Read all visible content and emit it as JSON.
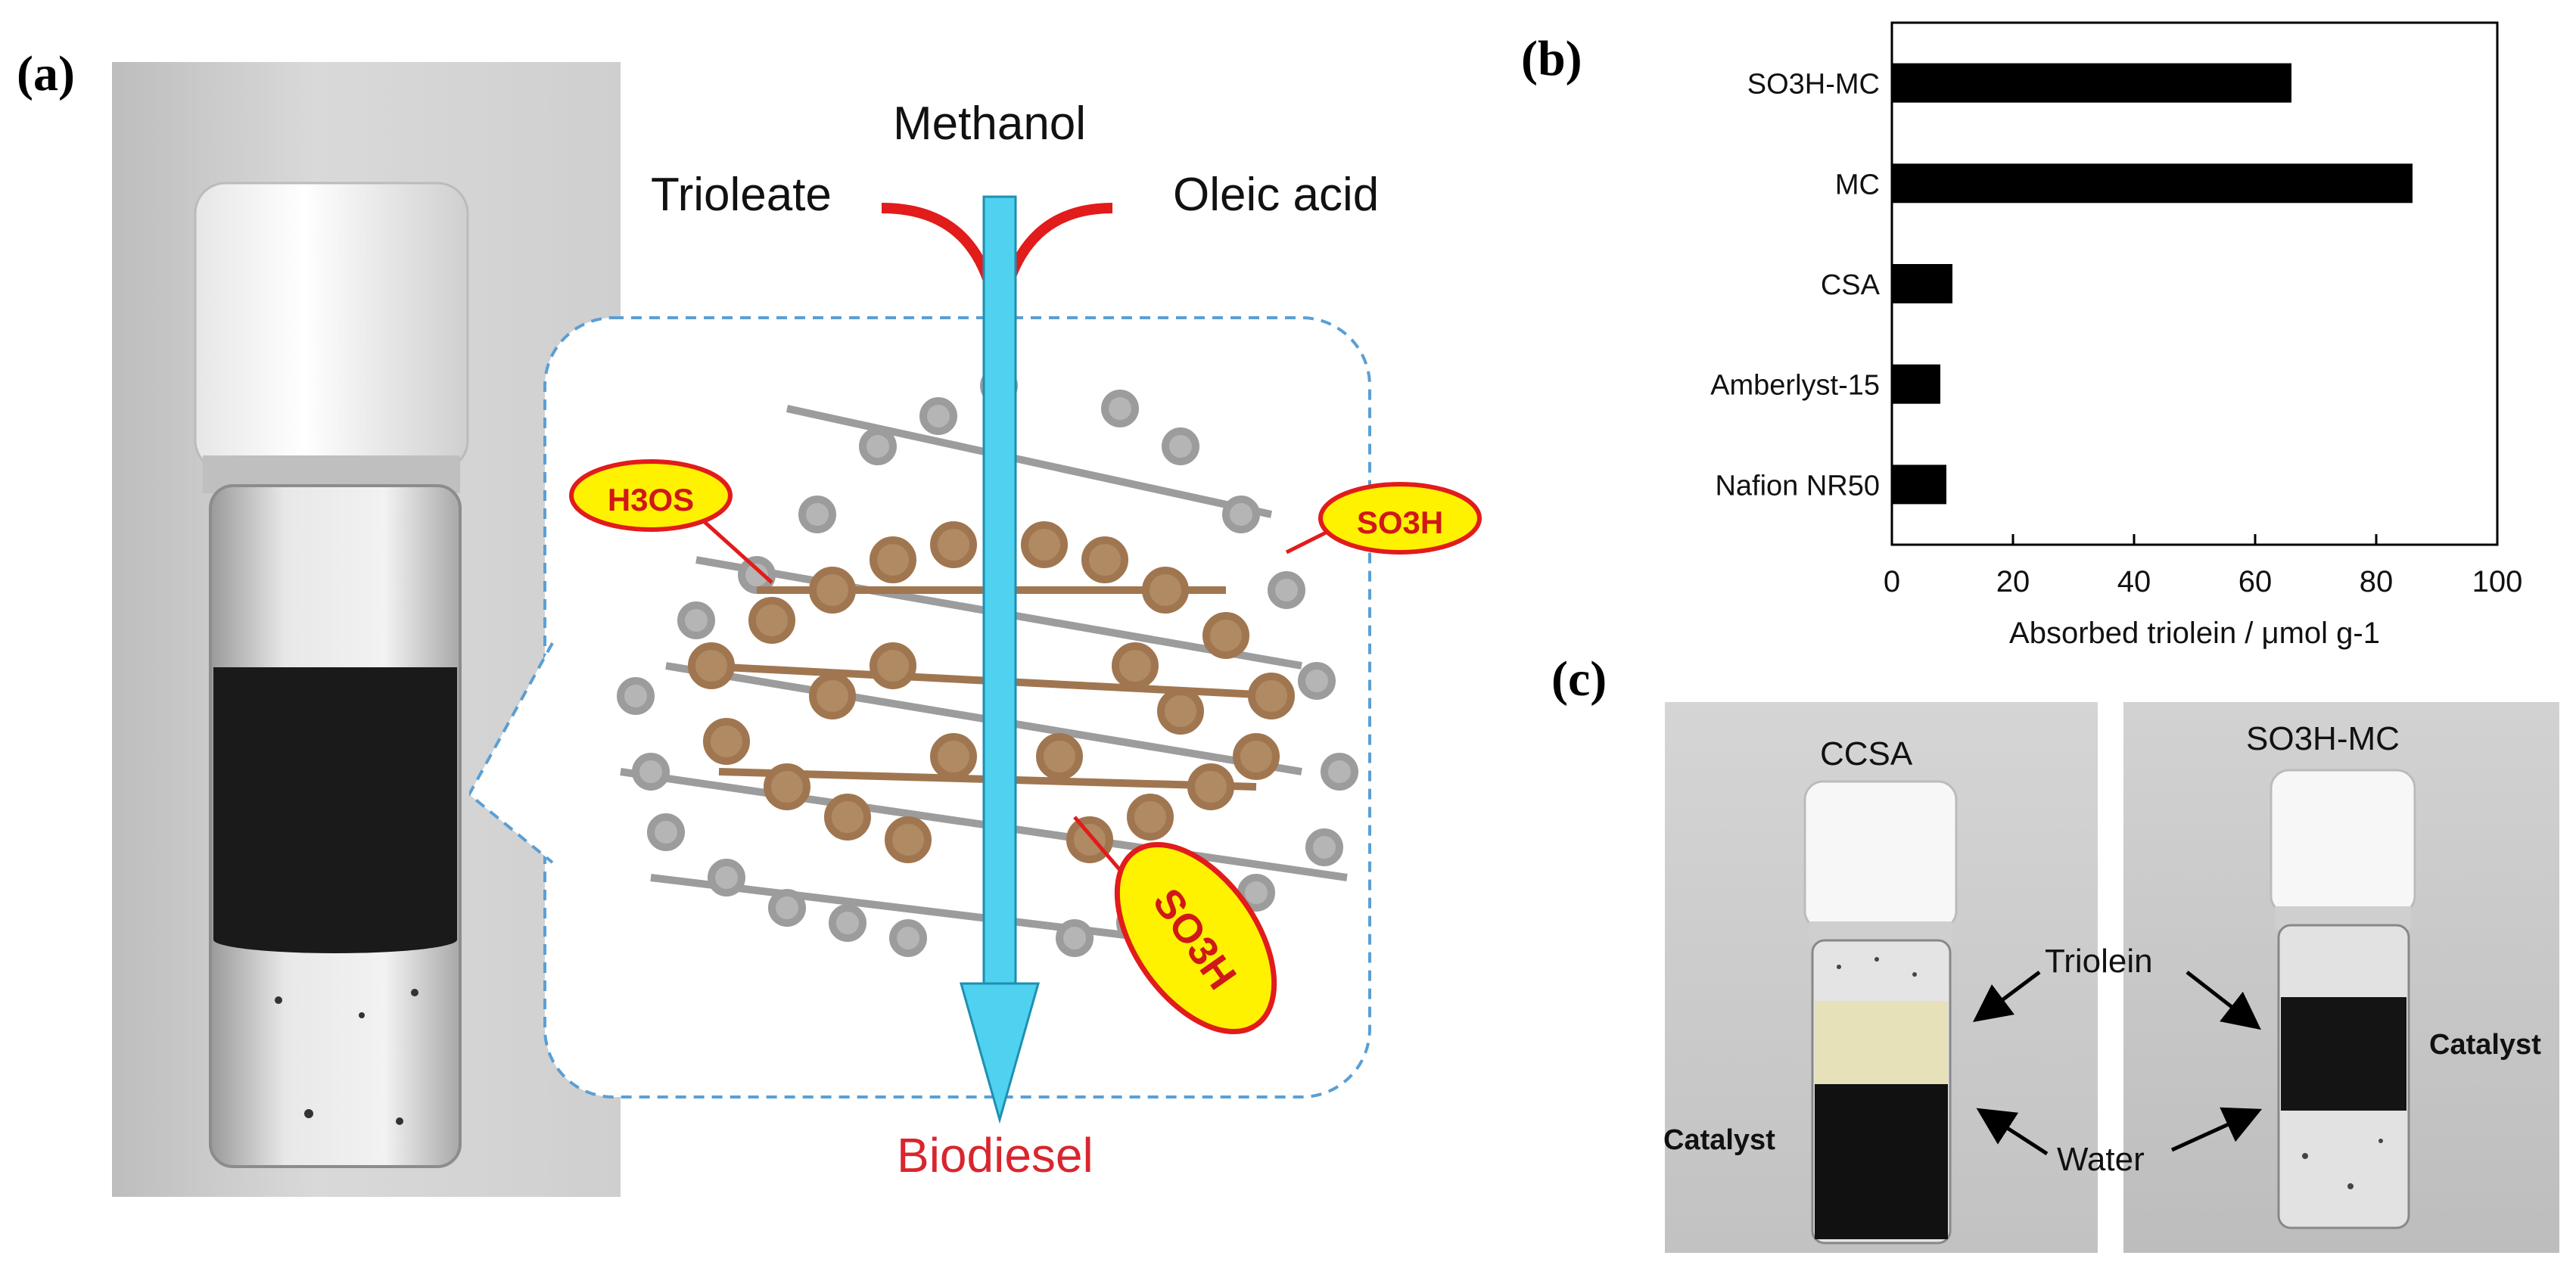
{
  "panels": {
    "a": "(a)",
    "b": "(b)",
    "c": "(c)"
  },
  "schematic": {
    "methanol": "Methanol",
    "trioleate": "Trioleate",
    "oleic_acid": "Oleic acid",
    "biodiesel": "Biodiesel",
    "tag_left": "H3OS",
    "tag_right": "SO3H",
    "tag_bottom": "SO3H"
  },
  "chart_data": {
    "type": "bar",
    "orientation": "horizontal",
    "categories": [
      "SO3H-MC",
      "MC",
      "CSA",
      "Amberlyst-15",
      "Nafion NR50"
    ],
    "values": [
      66,
      86,
      10,
      8,
      9
    ],
    "xlabel": "Absorbed triolein / μmol g-1",
    "xlim": [
      0,
      100
    ],
    "xticks": [
      0,
      20,
      40,
      60,
      80,
      100
    ],
    "bar_color": "#000000"
  },
  "photos_c": {
    "left_title": "CCSA",
    "right_title": "SO3H-MC",
    "triolein": "Triolein",
    "water": "Water",
    "catalyst": "Catalyst"
  }
}
